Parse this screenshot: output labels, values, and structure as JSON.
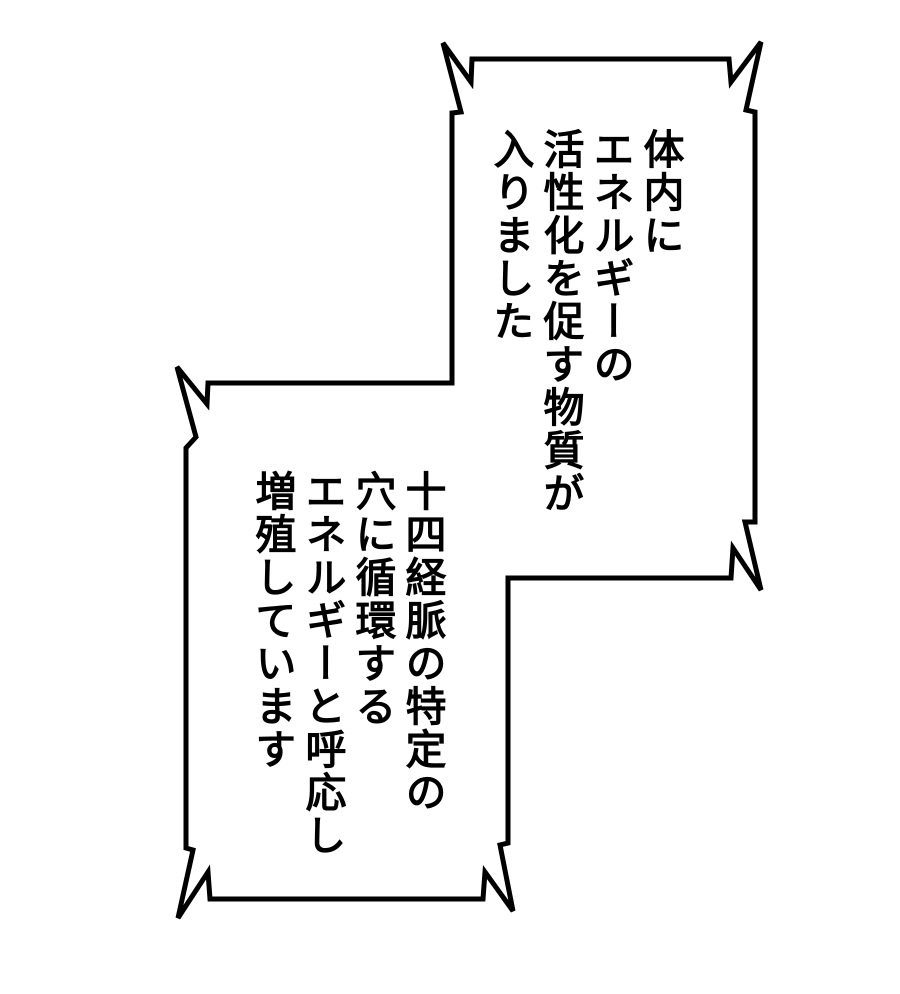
{
  "colors": {
    "background": "#ffffff",
    "bubble_fill": "#ffffff",
    "bubble_stroke": "#000000",
    "text": "#000000"
  },
  "bubble": {
    "shape": "stepped-rectangle speech balloon with spiked corners",
    "top_text": {
      "columns": [
        "体内に",
        "エネルギーの",
        "活性化を促す物質が",
        "入りました"
      ]
    },
    "bottom_text": {
      "columns": [
        "十四経脈の特定の",
        "穴に循環する",
        "エネルギーと呼応し",
        "増殖しています"
      ]
    }
  }
}
